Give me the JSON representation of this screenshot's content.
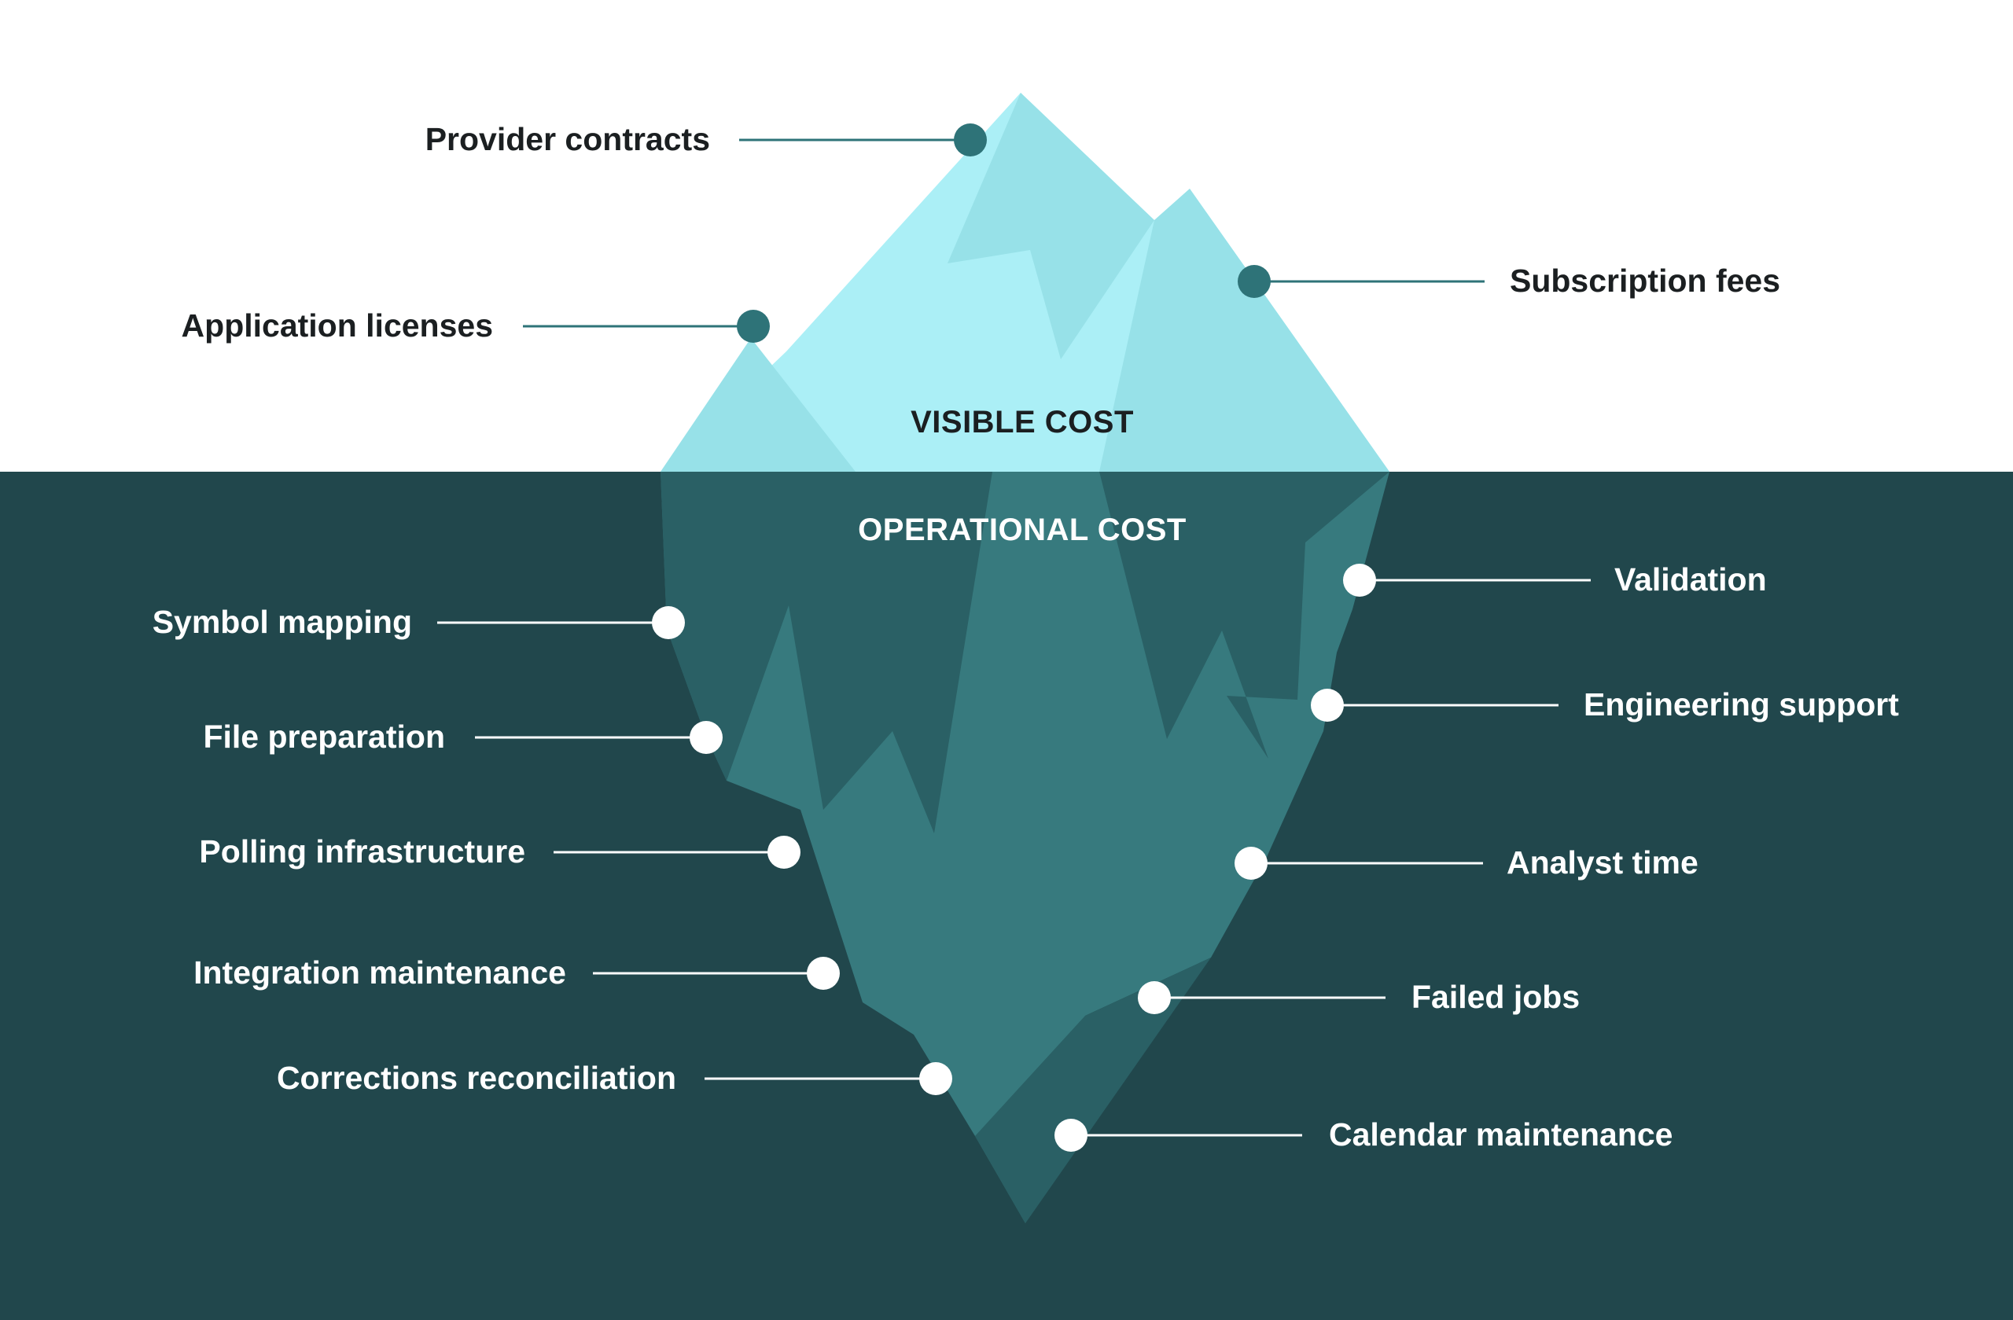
{
  "colors": {
    "sky": "#ffffff",
    "water": "#21474c",
    "ice_light": "#abeff6",
    "ice_mid": "#97e1e8",
    "under_dark": "#2a6065",
    "under_mid": "#377a7e",
    "callout_dark": "#2e7378",
    "callout_light": "#ffffff",
    "text_dark": "#1b1f21",
    "text_light": "#ffffff"
  },
  "sections": {
    "visible": "VISIBLE COST",
    "operational": "OPERATIONAL COST"
  },
  "above_items": {
    "provider_contracts": "Provider contracts",
    "application_licenses": "Application licenses",
    "subscription_fees": "Subscription fees"
  },
  "below_items": {
    "symbol_mapping": "Symbol mapping",
    "file_preparation": "File preparation",
    "polling_infrastructure": "Polling infrastructure",
    "integration_maintenance": "Integration maintenance",
    "corrections_reconciliation": "Corrections reconciliation",
    "validation": "Validation",
    "engineering_support": "Engineering support",
    "analyst_time": "Analyst time",
    "failed_jobs": "Failed jobs",
    "calendar_maintenance": "Calendar maintenance"
  }
}
